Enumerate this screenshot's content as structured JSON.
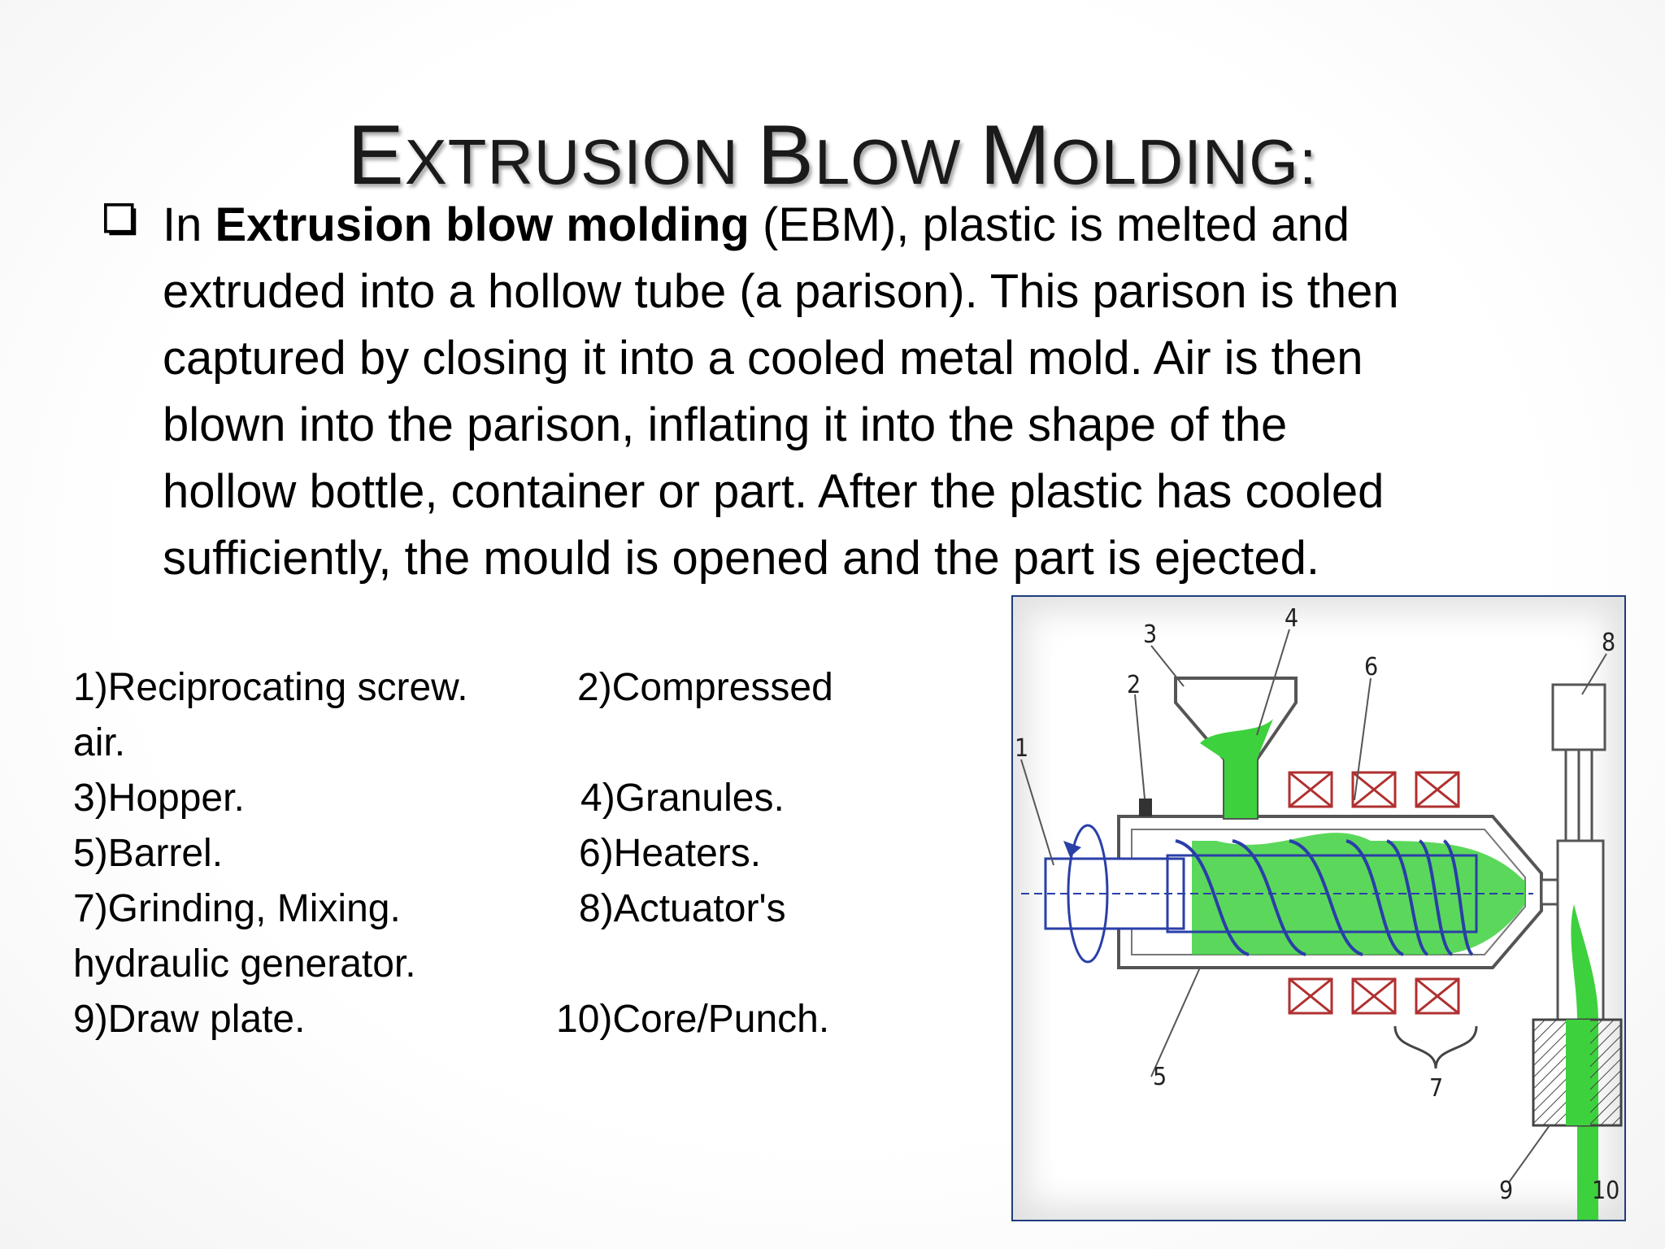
{
  "slide": {
    "title_parts": [
      "E",
      "XTRUSION ",
      "B",
      "LOW ",
      "M",
      "OLDING:"
    ],
    "bullet": {
      "prefix": "In ",
      "bold": "Extrusion blow molding",
      "rest_lines": [
        " (EBM), plastic is melted and",
        "extruded into a hollow tube (a parison). This parison is then",
        "captured by closing it into a cooled metal mold. Air is then",
        "blown into the parison, inflating it into the shape of the",
        "hollow bottle, container or part. After the plastic has cooled",
        "sufficiently, the mould is opened and the part is ejected."
      ]
    },
    "parts_lines": [
      {
        "col1": "1)Reciprocating screw.",
        "col2": "2)Compressed"
      },
      {
        "col1": "air.",
        "col2": ""
      },
      {
        "col1": "3)Hopper.",
        "col2": "4)Granules."
      },
      {
        "col1": "5)Barrel.",
        "col2": "6)Heaters."
      },
      {
        "col1": "7)Grinding, Mixing.",
        "col2": "8)Actuator's"
      },
      {
        "col1": "hydraulic generator.",
        "col2": ""
      },
      {
        "col1": "9)Draw plate.",
        "col2": "10)Core/Punch."
      }
    ],
    "figure_labels": [
      "1",
      "2",
      "3",
      "4",
      "5",
      "6",
      "7",
      "8",
      "9",
      "10"
    ],
    "colors": {
      "plastic": "#3ed13e",
      "screw": "#2a3fa8",
      "heater": "#b03030",
      "frame": "#1f3d7a"
    }
  }
}
